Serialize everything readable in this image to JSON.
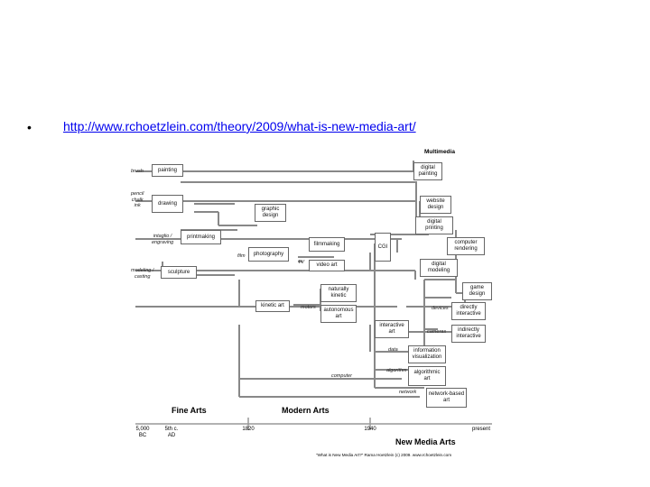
{
  "slide": {
    "bullet": "•",
    "link": "http://www.rchoetzlein.com/theory/2009/what-is-new-media-art/"
  },
  "diagram": {
    "title": "Multimedia",
    "credit": "\"What is New Media Art?\" Rama Hoetzlein (c) 2009. www.rchoetzlein.com",
    "nodes": {
      "painting": "painting",
      "drawing": "drawing",
      "graphic_design": "graphic\ndesign",
      "printmaking": "printmaking",
      "photography": "photography",
      "filmmaking": "filmmaking",
      "video_art": "video art",
      "sculpture": "sculpture",
      "kinetic_art": "kinetic art",
      "naturally_kinetic": "naturally\nkinetic",
      "autonomous_art": "autonomous\nart",
      "cgi": "CGI",
      "digital_painting": "digital\npainting",
      "website_design": "website\ndesign",
      "digital_printing": "digital\nprinting",
      "computer_rendering": "computer\nrendering",
      "digital_modeling": "digital\nmodeling",
      "game_design": "game\ndesign",
      "directly_interactive": "directly\ninteractive",
      "indirectly_interactive": "indirectly\ninteractive",
      "interactive_art": "interactive\nart",
      "information_visualization": "information\nvisualization",
      "algorithmic_art": "algorithmic\nart",
      "network_based_art": "network-based\nart"
    },
    "labels": {
      "brush": "brush",
      "pencil": "pencil\nchalk\nink",
      "intaglio": "intaglio /\nengraving",
      "film": "film",
      "tv": "TV",
      "modeling": "modeling /\ncasting",
      "motors": "motors",
      "devices": "devices",
      "cameras": "cameras",
      "data": "data",
      "algorithm": "algorithm",
      "computer": "computer",
      "network": "network"
    },
    "timeline": {
      "eras": [
        "Fine Arts",
        "Modern Arts",
        "New Media Arts"
      ],
      "ticks": [
        "5,000\nBC",
        "5th c.\nAD",
        "1820",
        "1940",
        "present"
      ]
    }
  }
}
